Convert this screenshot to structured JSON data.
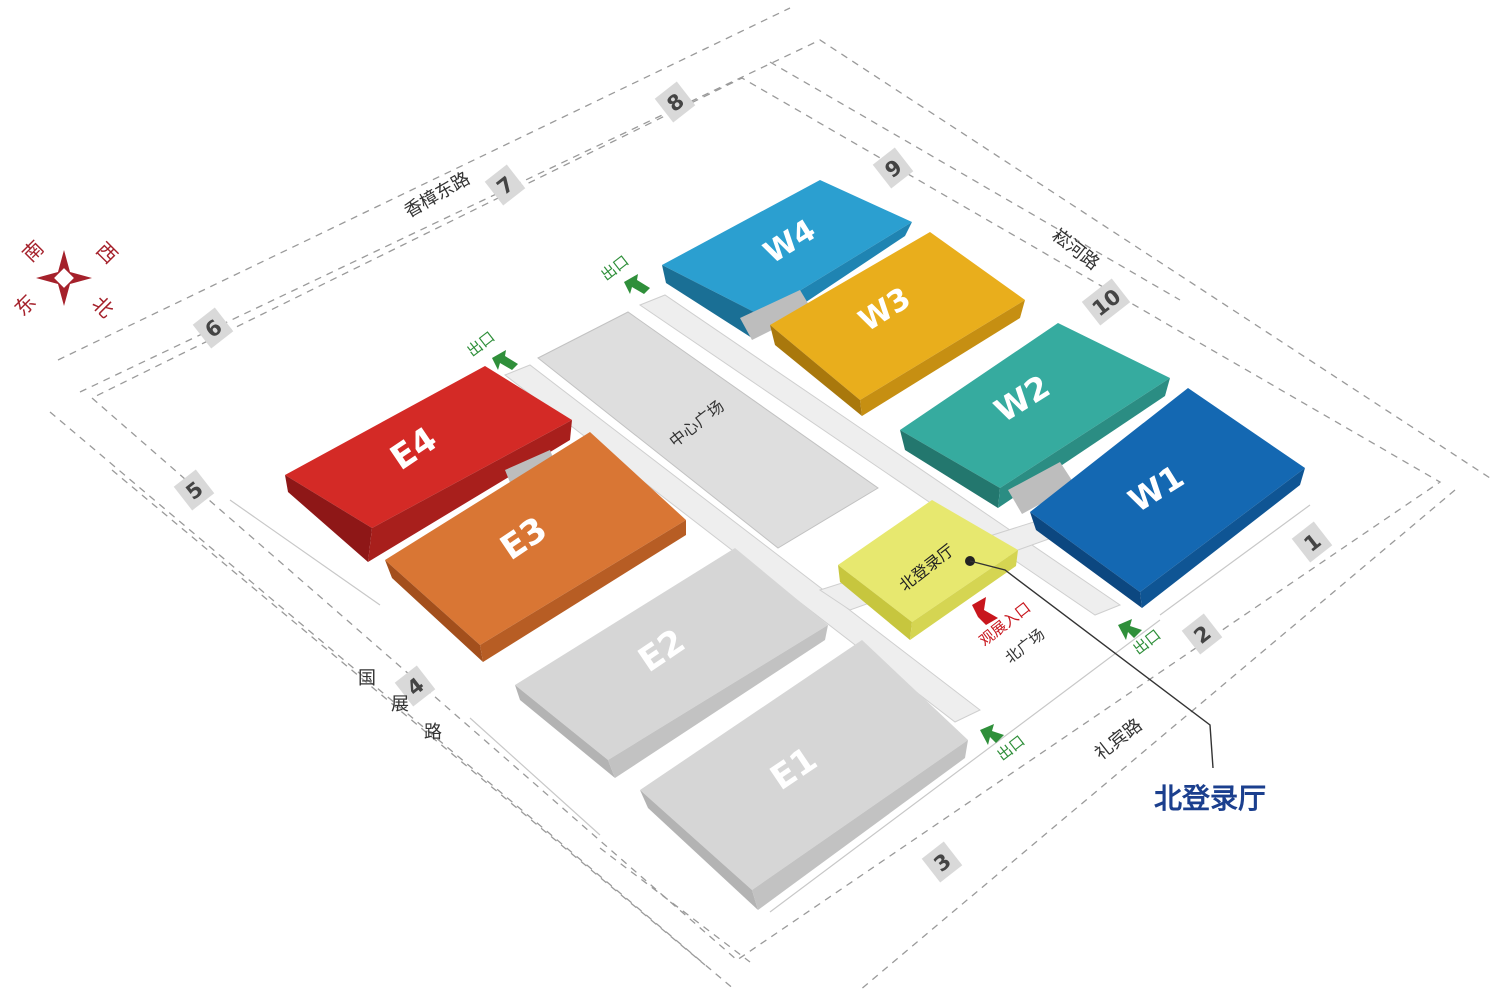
{
  "colors": {
    "e4": "#d42a26",
    "e3": "#d97634",
    "grey_hall": "#d6d6d6",
    "w4": "#2b9fd0",
    "w3": "#e9ae1c",
    "w2": "#36ab9f",
    "w1": "#1468b2",
    "registration": "#e7e86f",
    "exit_green": "#2f8f3a",
    "entrance_red": "#c8161d",
    "compass_red": "#a5212b",
    "callout_blue": "#1b3f8e"
  },
  "compass": {
    "south": "南",
    "west": "西",
    "east": "东",
    "north": "北"
  },
  "roads": {
    "north_top": "香樟东路",
    "west_right": "崧河路",
    "south_left": [
      "国",
      "展",
      "路"
    ],
    "east_bottom": "礼宾路"
  },
  "gates": [
    "1",
    "2",
    "3",
    "4",
    "5",
    "6",
    "7",
    "8",
    "9",
    "10"
  ],
  "halls": {
    "e4": "E4",
    "e3": "E3",
    "e2": "E2",
    "e1": "E1",
    "w4": "W4",
    "w3": "W3",
    "w2": "W2",
    "w1": "W1"
  },
  "center_plaza": "中心广场",
  "registration_hall": "北登录厅",
  "exit_label": "出口",
  "entrance_label": "观展入口",
  "north_plaza": "北广场",
  "callout": "北登录厅"
}
